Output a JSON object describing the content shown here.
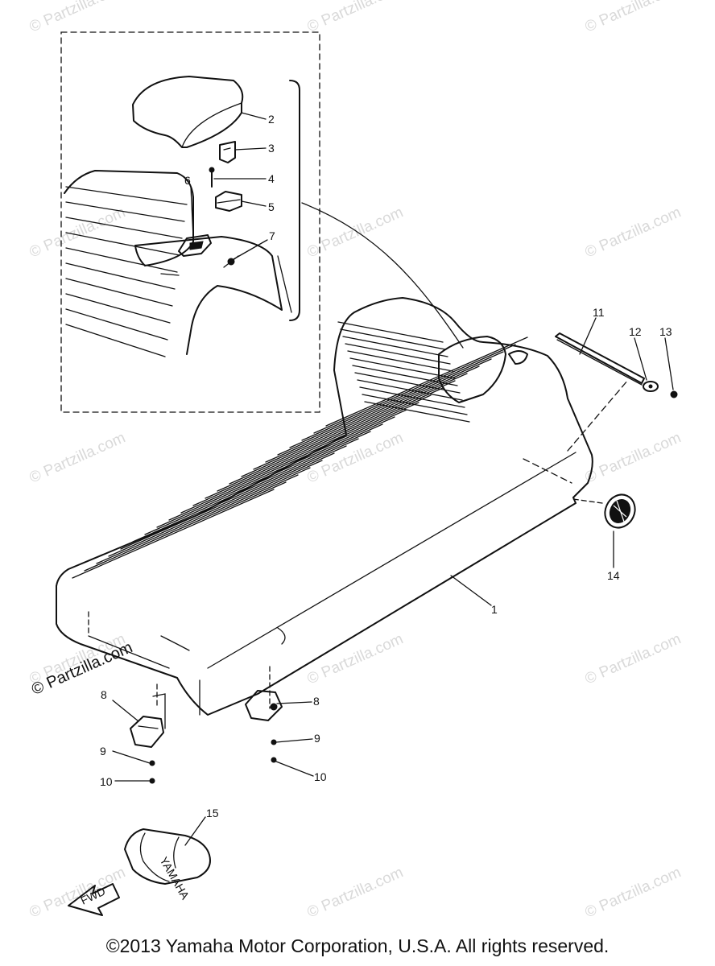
{
  "watermark": "© Partzilla.com",
  "stamp": "© Partzilla.com",
  "copyright": "©2013 Yamaha Motor Corporation, U.S.A. All rights reserved.",
  "decal_text": "YAMAHA",
  "fwd_label": "FWD",
  "callouts": [
    "1",
    "2",
    "3",
    "4",
    "5",
    "6",
    "7",
    "8",
    "9",
    "10",
    "11",
    "12",
    "13",
    "14",
    "15",
    "8",
    "9",
    "10"
  ]
}
